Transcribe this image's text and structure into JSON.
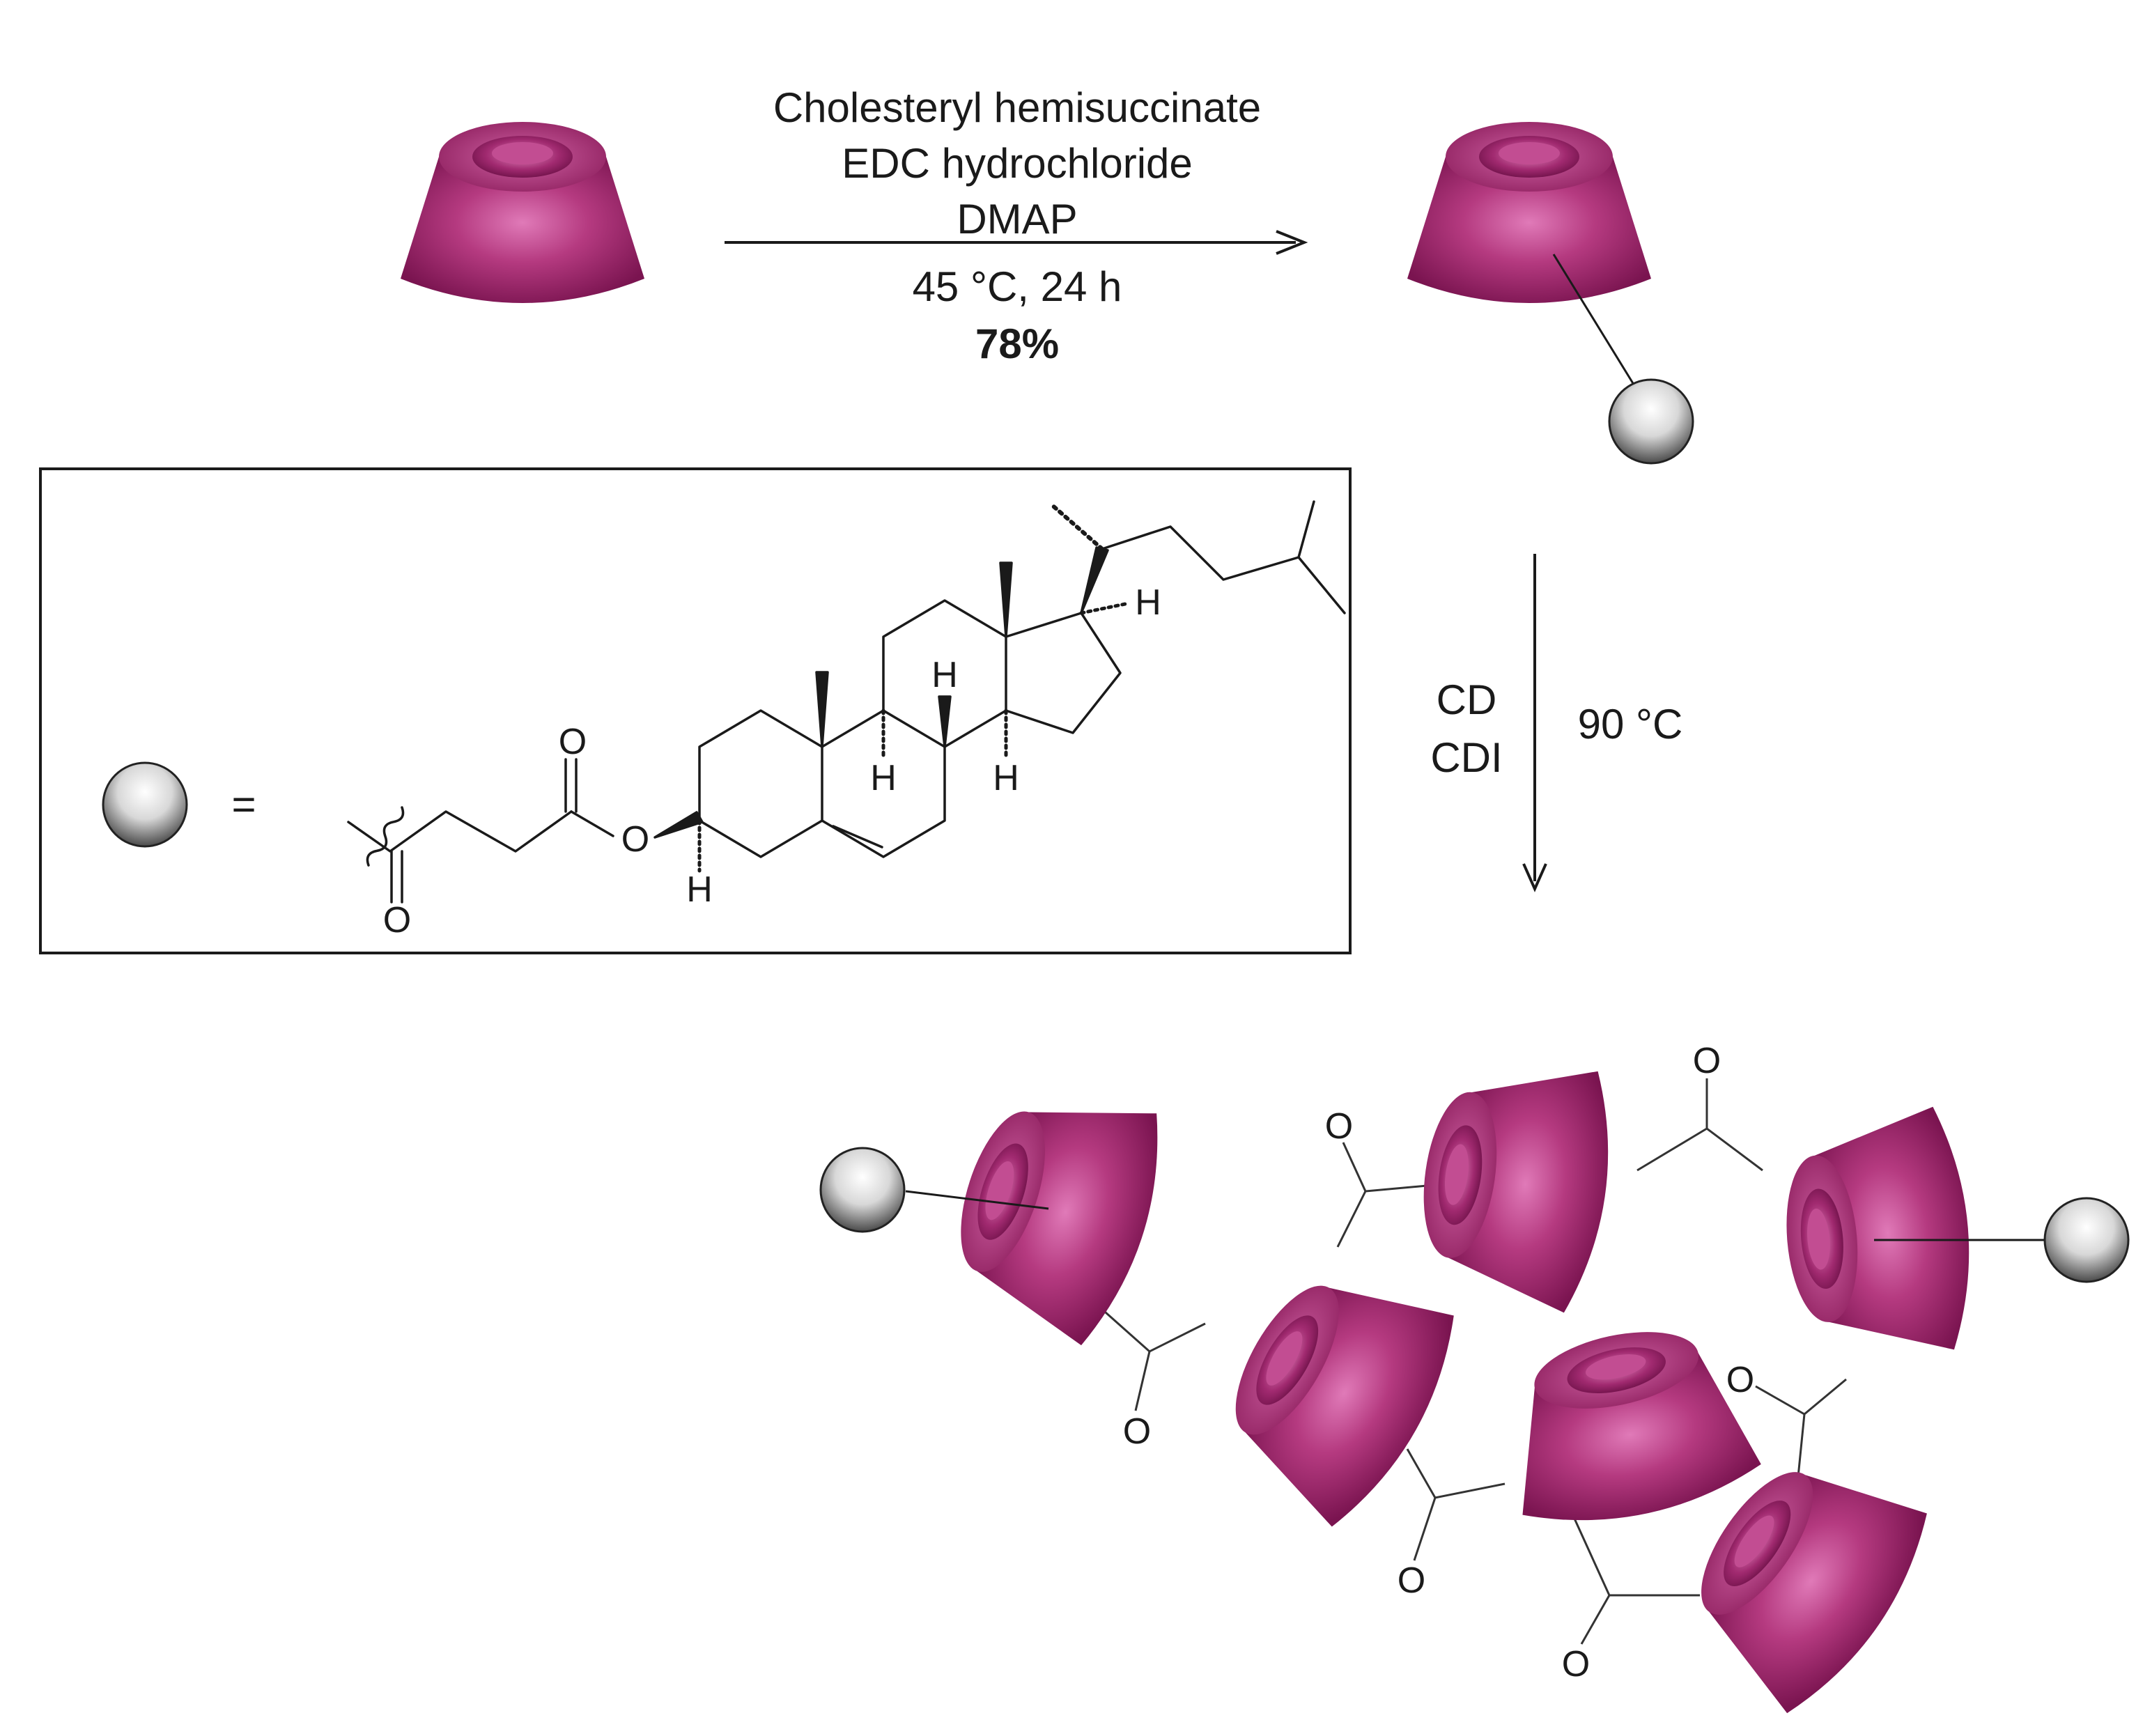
{
  "reaction1": {
    "reagent1": "Cholesteryl hemisuccinate",
    "reagent2": "EDC hydrochloride",
    "reagent3": "DMAP",
    "conditions": "45 °C, 24 h",
    "yield": "78%"
  },
  "reaction2": {
    "reagent1": "CD",
    "reagent2": "CDI",
    "conditions": "90 °C"
  },
  "legend": {
    "equals": "=",
    "atoms": {
      "oxygen": "O",
      "hydrogen": "H"
    }
  },
  "colors": {
    "cyclodextrin": "#8b1f5c",
    "cyclodextrin_highlight": "#e07ab8",
    "cholesterol_ball": "#e6e6e6",
    "ink": "#1a1a1a"
  }
}
